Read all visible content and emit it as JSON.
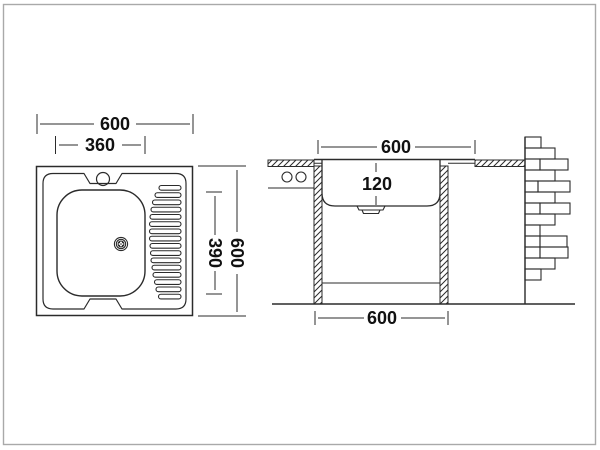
{
  "drawing": {
    "kind": "sink-technical-drawing",
    "colors": {
      "line": "#2b2b2b",
      "dim_text": "#111111",
      "frame": "#a9a9a9",
      "background": "#ffffff"
    },
    "top_view": {
      "overall_width_mm": "600",
      "bowl_width_mm": "360",
      "overall_depth_mm": "600",
      "bowl_length_mm": "390"
    },
    "section_view": {
      "sink_top_width_mm": "600",
      "bowl_depth_mm": "120",
      "cabinet_width_mm": "600"
    }
  }
}
